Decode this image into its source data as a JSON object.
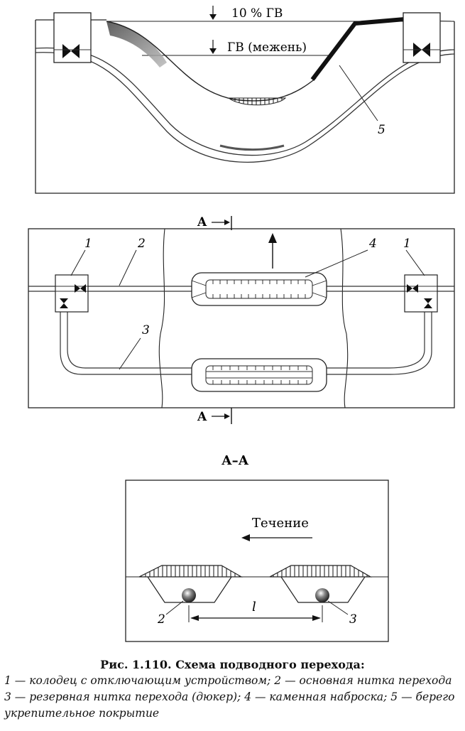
{
  "profile": {
    "level_flood": "10 % ГВ",
    "level_low": "ГВ (межень)",
    "callout_5": "5"
  },
  "plan": {
    "section_mark_top": "A",
    "section_mark_bottom": "A",
    "callout_1_left": "1",
    "callout_2": "2",
    "callout_4": "4",
    "callout_1_right": "1",
    "callout_3": "3"
  },
  "section": {
    "title": "А–А",
    "flow_label": "Течение",
    "callout_2": "2",
    "callout_3": "3",
    "spacing_label": "l"
  },
  "caption": {
    "title": "Рис. 1.110. Схема подводного перехода:",
    "line1": "1 — колодец с отключающим устройством; 2 — основная нитка переходa",
    "line2": "3 — резервная нитка перехода (дюкер); 4 — каменная наброска; 5 — берего",
    "line3": "укрепительное покрытие"
  }
}
